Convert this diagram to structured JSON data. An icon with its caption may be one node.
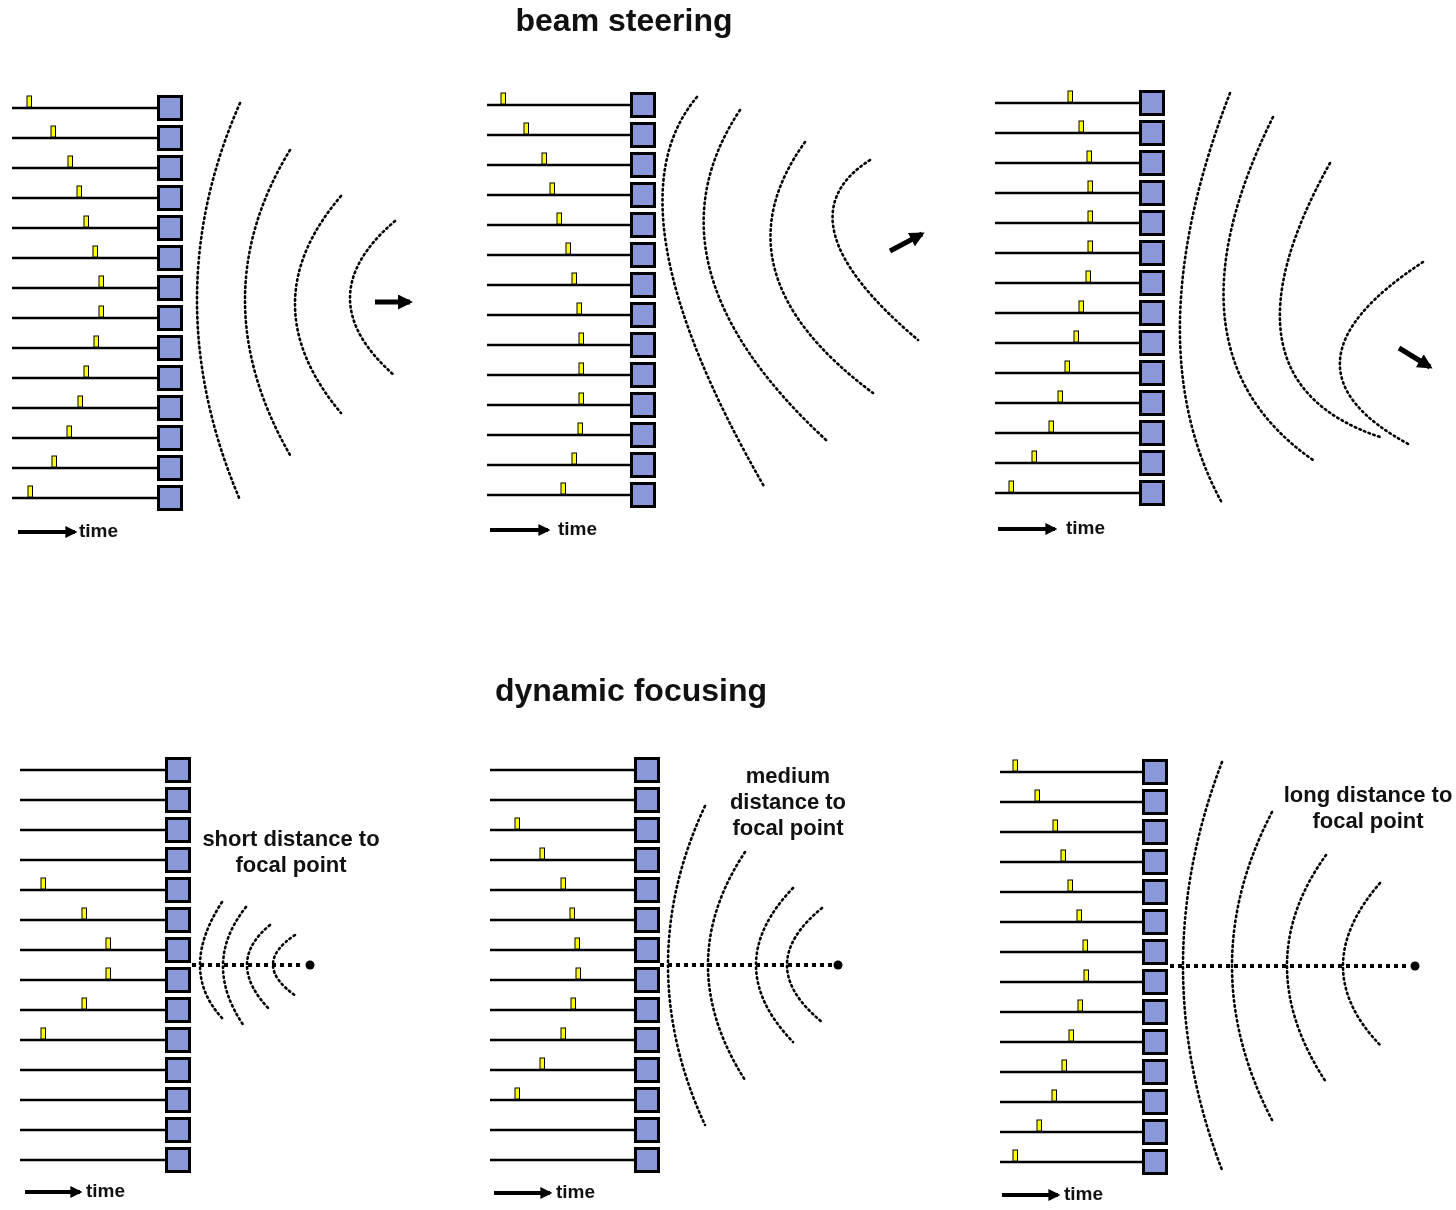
{
  "diagram": {
    "labels": [
      "beam steering",
      "time",
      "time",
      "time",
      "dynamic focusing",
      "short distance to focal point",
      "medium distance to focal point",
      "long distance to focal point",
      "time",
      "time",
      "time"
    ]
  }
}
